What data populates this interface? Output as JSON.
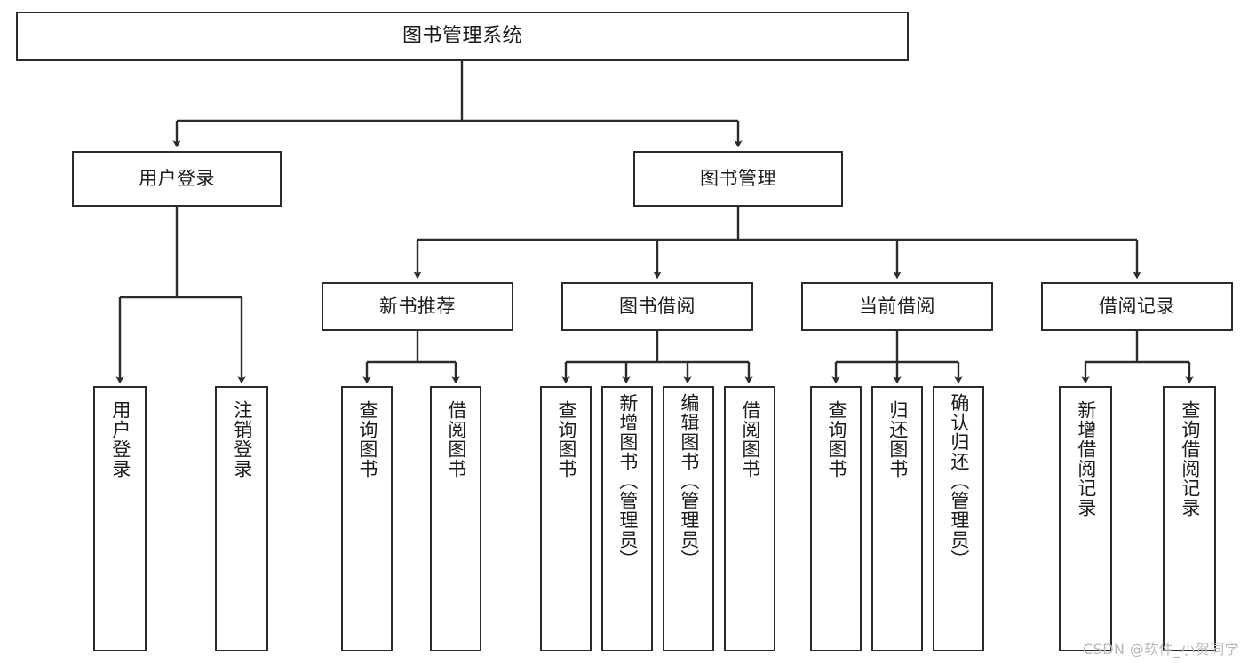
{
  "diagram": {
    "title": "图书管理系统",
    "type": "tree-hierarchy",
    "watermark": "CSDN @软件_小贺同学",
    "colors": {
      "box_border": "#2b2b2b",
      "box_fill": "#ffffff",
      "connector": "#2b2b2b",
      "text": "#1b1b1b",
      "watermark": "#b9b9b9",
      "background": "#ffffff"
    }
  },
  "nodes": {
    "root": {
      "label": "图书管理系统"
    },
    "level2": [
      {
        "id": "user-login",
        "label": "用户登录"
      },
      {
        "id": "book-manage",
        "label": "图书管理"
      }
    ],
    "level3": [
      {
        "id": "new-book-recommend",
        "label": "新书推荐"
      },
      {
        "id": "book-borrow",
        "label": "图书借阅"
      },
      {
        "id": "current-borrow",
        "label": "当前借阅"
      },
      {
        "id": "borrow-record",
        "label": "借阅记录"
      }
    ],
    "leaves": {
      "user-login": [
        {
          "id": "leaf-user-login",
          "label": "用户登录"
        },
        {
          "id": "leaf-logout-login",
          "label": "注销登录"
        }
      ],
      "new-book-recommend": [
        {
          "id": "leaf-query-book-1",
          "label": "查询图书"
        },
        {
          "id": "leaf-borrow-book-1",
          "label": "借阅图书"
        }
      ],
      "book-borrow": [
        {
          "id": "leaf-query-book-2",
          "label": "查询图书"
        },
        {
          "id": "leaf-add-book",
          "label": "新增图书（管理员）"
        },
        {
          "id": "leaf-edit-book",
          "label": "编辑图书（管理员）"
        },
        {
          "id": "leaf-borrow-book-2",
          "label": "借阅图书"
        }
      ],
      "current-borrow": [
        {
          "id": "leaf-query-book-3",
          "label": "查询图书"
        },
        {
          "id": "leaf-return-book",
          "label": "归还图书"
        },
        {
          "id": "leaf-confirm-return",
          "label": "确认归还（管理员）"
        }
      ],
      "borrow-record": [
        {
          "id": "leaf-add-record",
          "label": "新增借阅记录"
        },
        {
          "id": "leaf-query-record",
          "label": "查询借阅记录"
        }
      ]
    }
  }
}
